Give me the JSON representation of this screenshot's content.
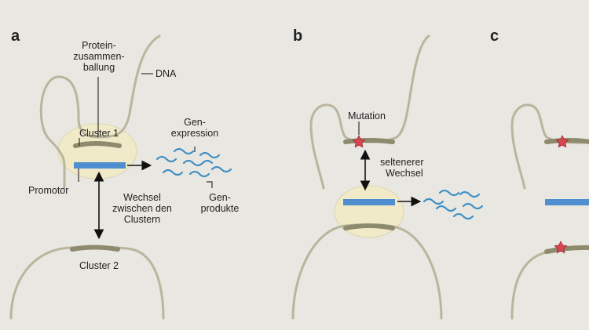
{
  "panels": {
    "a": "a",
    "b": "b",
    "c": "c"
  },
  "labels": {
    "protein_line1": "Protein-",
    "protein_line2": "zusammen-",
    "protein_line3": "ballung",
    "dna": "DNA",
    "cluster1": "Cluster 1",
    "gene_expr_line1": "Gen-",
    "gene_expr_line2": "expression",
    "promotor": "Promotor",
    "switch_line1": "Wechsel",
    "switch_line2": "zwischen den",
    "switch_line3": "Clustern",
    "gene_products_line1": "Gen-",
    "gene_products_line2": "produkte",
    "cluster2": "Cluster 2",
    "mutation": "Mutation",
    "rarer_line1": "seltenerer",
    "rarer_line2": "Wechsel"
  },
  "colors": {
    "background": "#e9e7e1",
    "dna": "#b9b59d",
    "cluster": "#8e8a6d",
    "protein_cluster": "#f0eac9",
    "promoter": "#4f8fcf",
    "rna": "#3f8fc4",
    "mutation_star": "#d64550"
  }
}
